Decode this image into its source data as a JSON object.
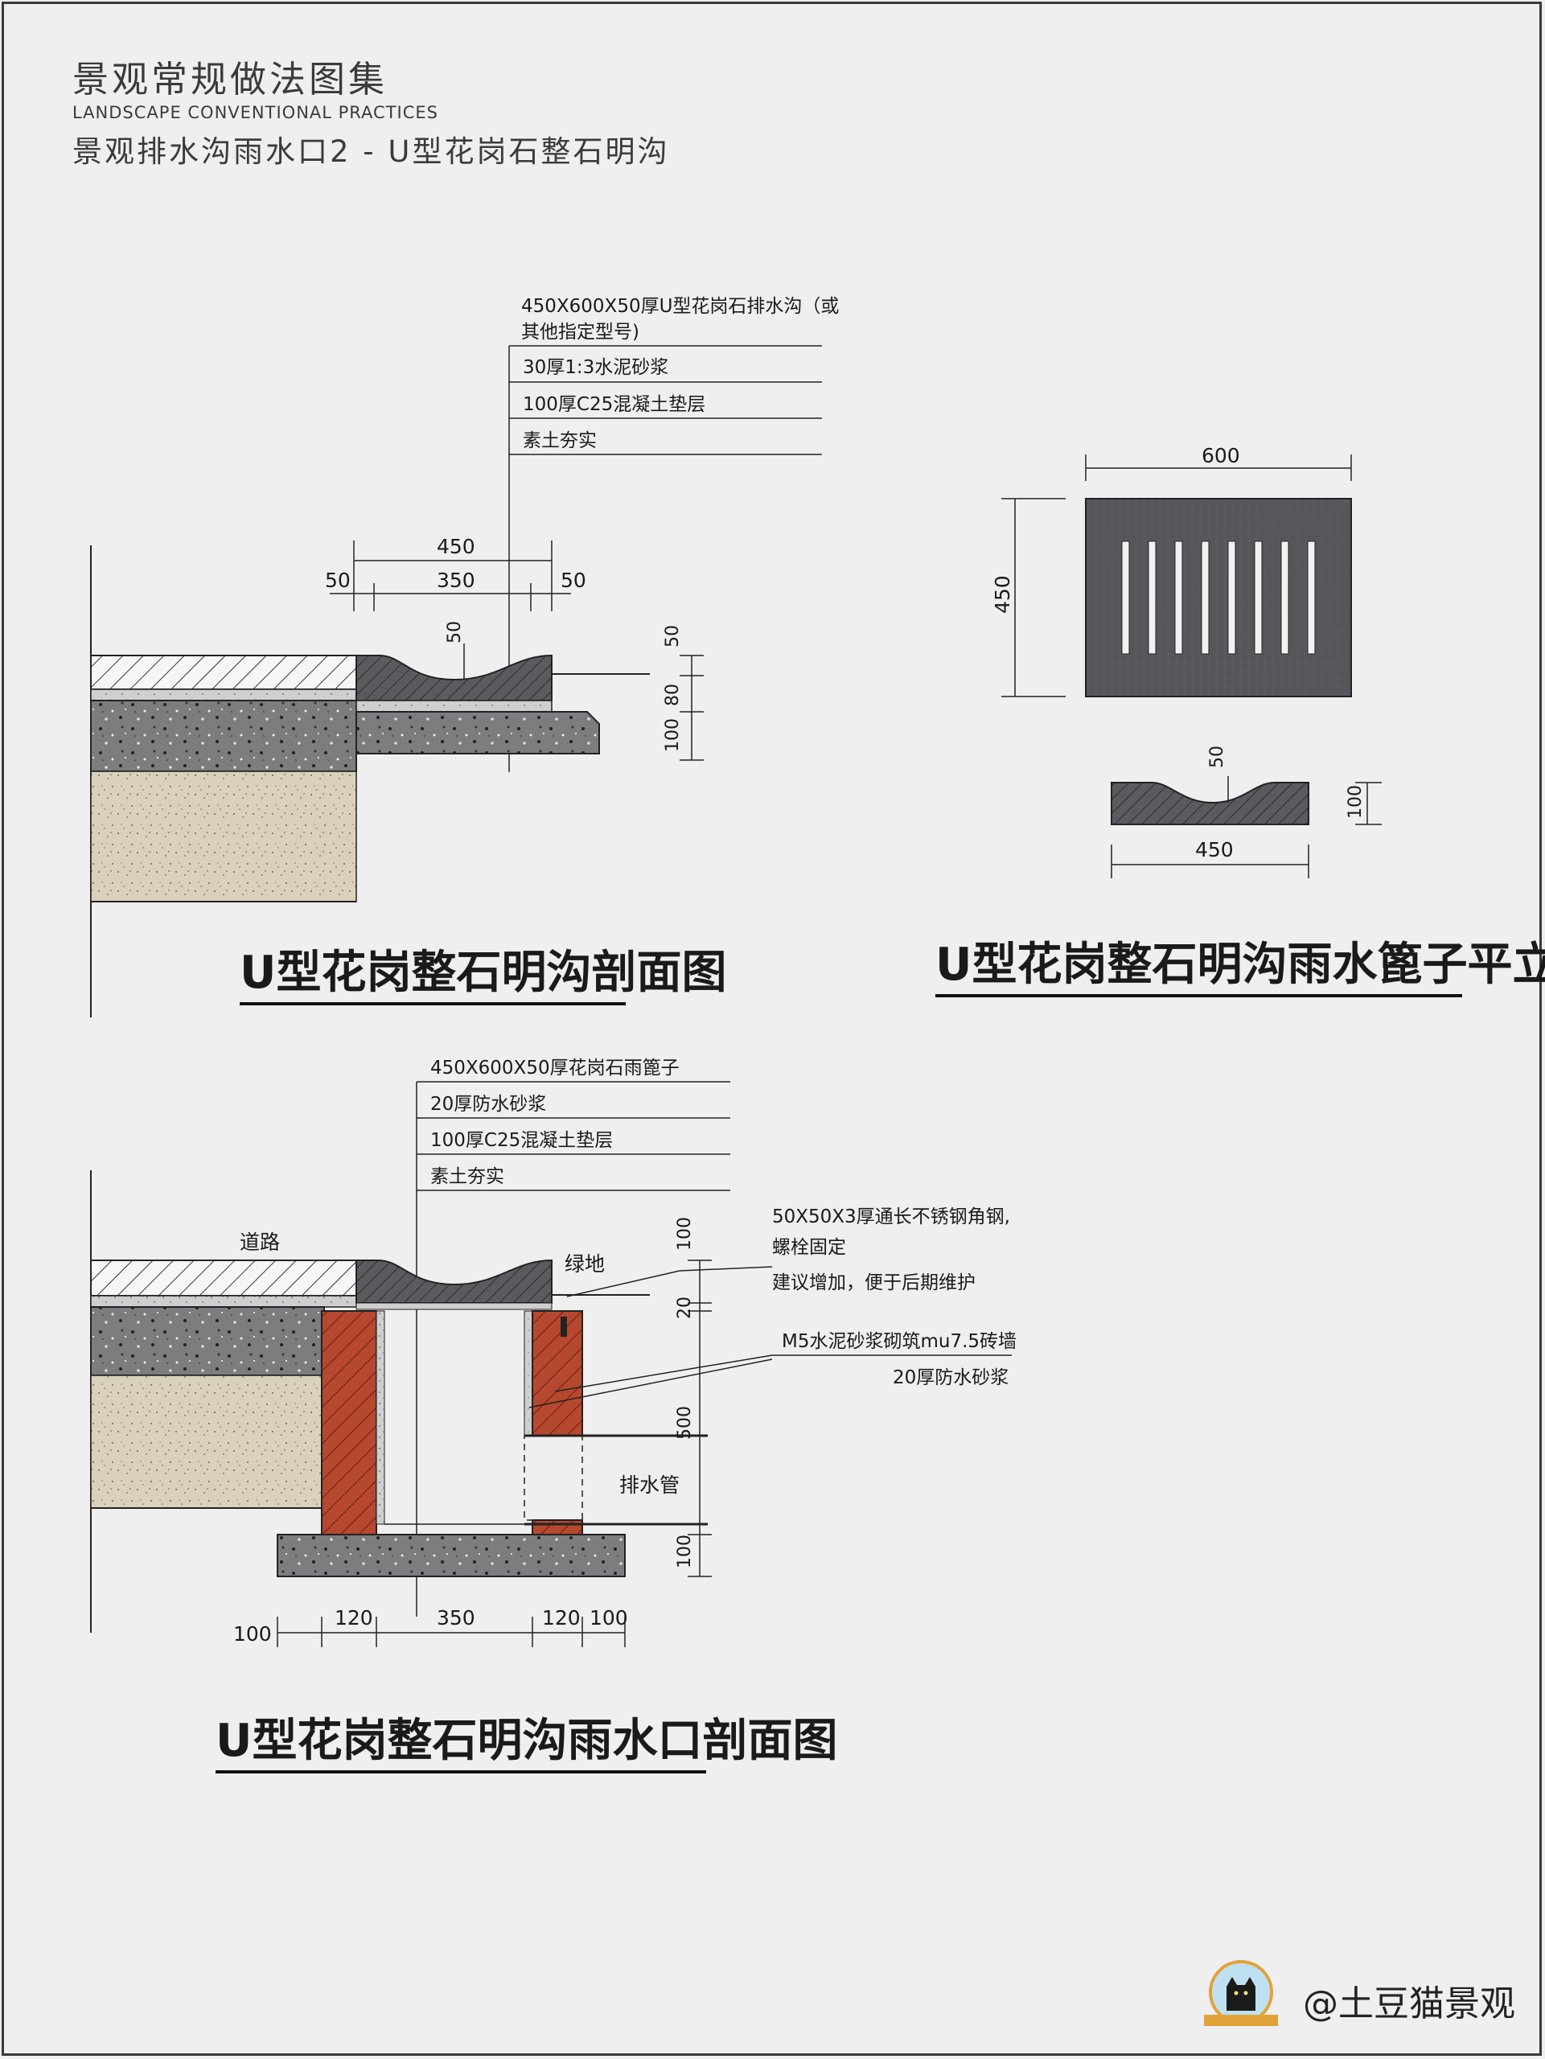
{
  "header": {
    "title": "景观常规做法图集",
    "subtitle_en": "LANDSCAPE CONVENTIONAL PRACTICES",
    "subject": "景观排水沟雨水口2 - U型花岗石整石明沟"
  },
  "section1": {
    "caption": "U型花岗整石明沟剖面图",
    "layers": [
      "450X600X50厚U型花岗石排水沟（或",
      "其他指定型号)",
      "30厚1:3水泥砂浆",
      "100厚C25混凝土垫层",
      "素土夯实"
    ],
    "dims": {
      "total": "450",
      "inner": "350",
      "left": "50",
      "right": "50",
      "depth": "50",
      "r_top": "50",
      "r_mid": "80",
      "r_bot": "100"
    }
  },
  "section2": {
    "caption": "U型花岗整石明沟雨水篦子平立面",
    "width": "600",
    "height": "450",
    "elev_depth": "50",
    "elev_height": "100",
    "elev_width": "450"
  },
  "section3": {
    "caption": "U型花岗整石明沟雨水口剖面图",
    "layers": [
      "450X600X50厚花岗石雨篦子",
      "20厚防水砂浆",
      "100厚C25混凝土垫层",
      "素土夯实"
    ],
    "road": "道路",
    "green": "绿地",
    "pipe": "排水管",
    "notes": [
      "50X50X3厚通长不锈钢角钢,",
      "螺栓固定",
      "建议增加，便于后期维护"
    ],
    "wall": "M5水泥砂浆砌筑mu7.5砖墙",
    "wall_sub": "20厚防水砂浆",
    "right_dims": [
      "100",
      "20",
      "500",
      "100"
    ],
    "bottom_dims": [
      "100",
      "120",
      "350",
      "120",
      "100"
    ]
  },
  "brand": "@土豆猫景观"
}
